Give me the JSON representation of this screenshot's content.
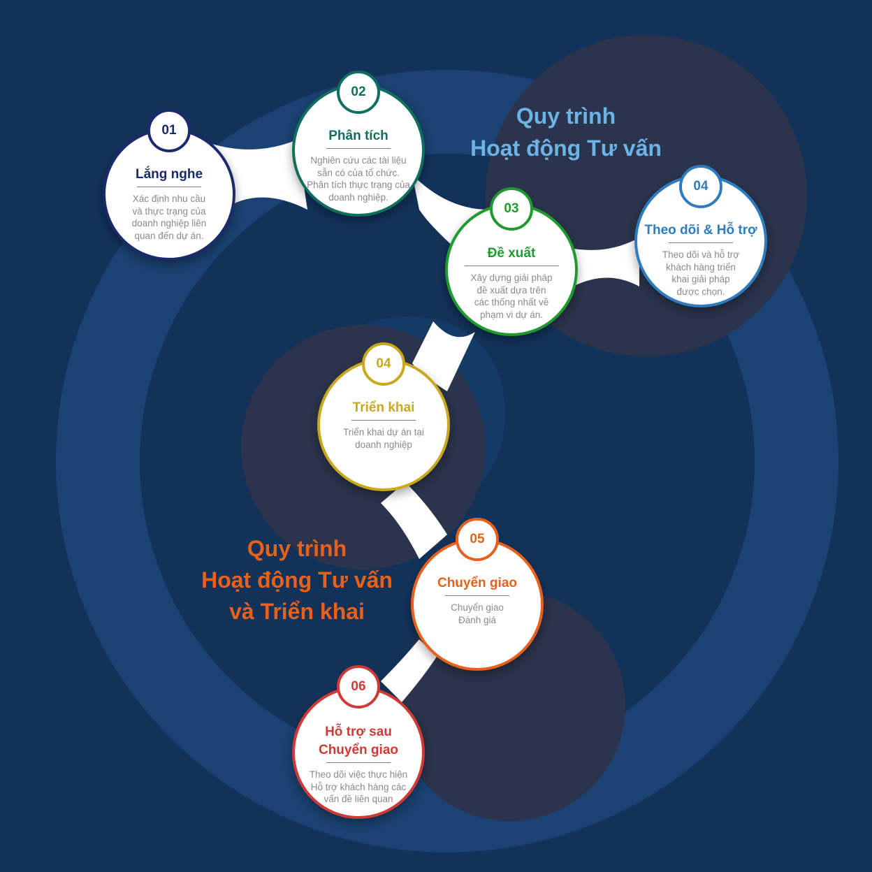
{
  "heading_top": {
    "line1": "Quy trình",
    "line2": "Hoạt động Tư vấn",
    "color": "#6cb3e6"
  },
  "heading_bottom": {
    "line1": "Quy trình",
    "line2": "Hoạt động Tư vấn",
    "line3": "và Triển khai",
    "color": "#e8611a"
  },
  "steps": [
    {
      "number": "01",
      "title": "Lắng nghe",
      "description": [
        "Xác định nhu cầu",
        "và thực trạng của",
        "doanh nghiệp liên",
        "quan đến dự án."
      ],
      "color": "#1b2a6b"
    },
    {
      "number": "02",
      "title": "Phân tích",
      "description": [
        "Nghiên cứu các tài liệu",
        "sẵn có của tổ chức.",
        "Phân tích thực trạng của",
        "doanh nghiệp."
      ],
      "color": "#0f6e5e"
    },
    {
      "number": "03",
      "title": "Đề xuất",
      "description": [
        "Xây dựng giải pháp",
        "đề xuất dựa trên",
        "các thống nhất về",
        "phạm vi dự án."
      ],
      "color": "#1f9a2e"
    },
    {
      "number": "04",
      "title": "Theo dõi & Hỗ trợ",
      "description": [
        "Theo dõi và hỗ trợ",
        "khách hàng triển",
        "khai giải pháp",
        "được chọn."
      ],
      "color": "#2e7cc0"
    },
    {
      "number": "04",
      "title": "Triển khai",
      "description": [
        "Triển khai dự án tại",
        "doanh nghiệp"
      ],
      "color": "#c9a81e"
    },
    {
      "number": "05",
      "title": "Chuyển giao",
      "description": [
        "Chuyển giao",
        "Đánh giá"
      ],
      "color": "#e8611a"
    },
    {
      "number": "06",
      "title": "Hỗ trợ sau Chuyển giao",
      "title_lines": [
        "Hỗ trợ sau",
        "Chuyển giao"
      ],
      "description": [
        "Theo dõi việc thực hiện",
        "Hỗ trợ khách hàng các",
        "vấn đề liên quan"
      ],
      "color": "#cf3a35"
    }
  ]
}
